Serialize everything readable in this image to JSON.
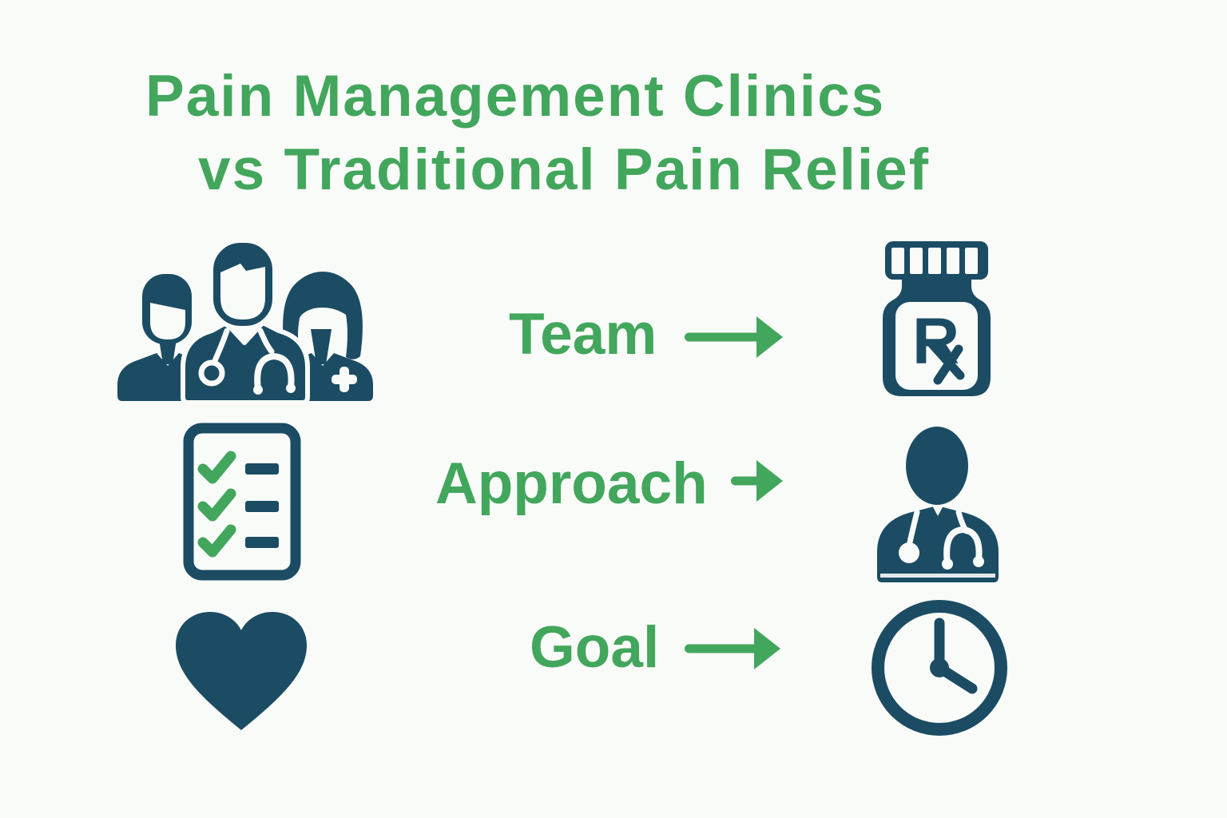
{
  "title": {
    "line1": "Pain Management Clinics",
    "line2": "vs Traditional Pain Relief"
  },
  "rows": [
    {
      "label": "Team",
      "left_icon": "medical-team-icon",
      "right_icon": "prescription-bottle-icon"
    },
    {
      "label": "Approach",
      "left_icon": "checklist-icon",
      "right_icon": "doctor-icon"
    },
    {
      "label": "Goal",
      "left_icon": "heart-icon",
      "right_icon": "clock-icon"
    }
  ],
  "icons": {
    "left_column": [
      "medical-team-icon",
      "checklist-icon",
      "heart-icon"
    ],
    "right_column": [
      "prescription-bottle-icon",
      "doctor-icon",
      "clock-icon"
    ],
    "arrows": [
      "team-arrow-icon",
      "approach-arrow-icon",
      "goal-arrow-icon"
    ],
    "rx_symbol": {
      "r": "R",
      "x": "x"
    }
  },
  "colors": {
    "green": "#42A65C",
    "teal": "#1B4C63",
    "background": "#F9FBF9"
  }
}
